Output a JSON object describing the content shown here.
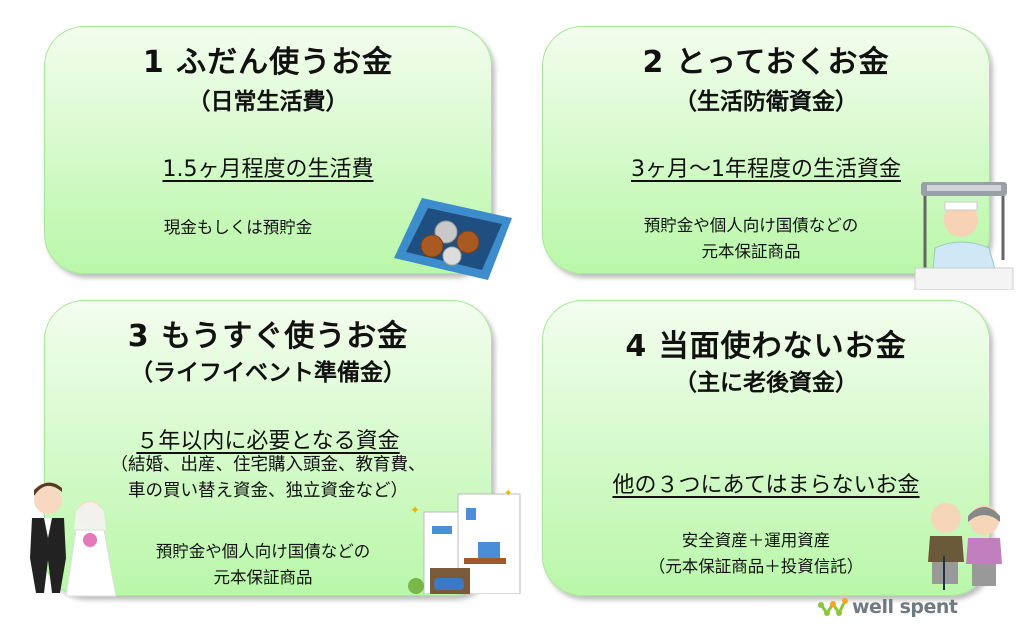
{
  "cards": [
    {
      "title": "1  ふだん使うお金",
      "subtitle": "（日常生活費）",
      "amount": "1.5ヶ月程度の生活費",
      "products": [
        "現金もしくは預貯金"
      ]
    },
    {
      "title": "2  とっておくお金",
      "subtitle": "（生活防衛資金）",
      "amount": "3ヶ月〜1年程度の生活資金",
      "products": [
        "預貯金や個人向け国債などの",
        "元本保証商品"
      ]
    },
    {
      "title": "3  もうすぐ使うお金",
      "subtitle": "（ライフイベント準備金）",
      "amount": "５年以内に必要となる資金",
      "examples": [
        "（結婚、出産、住宅購入頭金、教育費、",
        "車の買い替え資金、独立資金など）"
      ],
      "products": [
        "預貯金や個人向け国債などの",
        "元本保証商品"
      ]
    },
    {
      "title": "4  当面使わないお金",
      "subtitle": "（主に老後資金）",
      "amount": "他の３つにあてはまらないお金",
      "products": [
        "安全資産＋運用資産",
        "（元本保証商品＋投資信託）"
      ]
    }
  ],
  "logo": {
    "text": "well spent"
  }
}
